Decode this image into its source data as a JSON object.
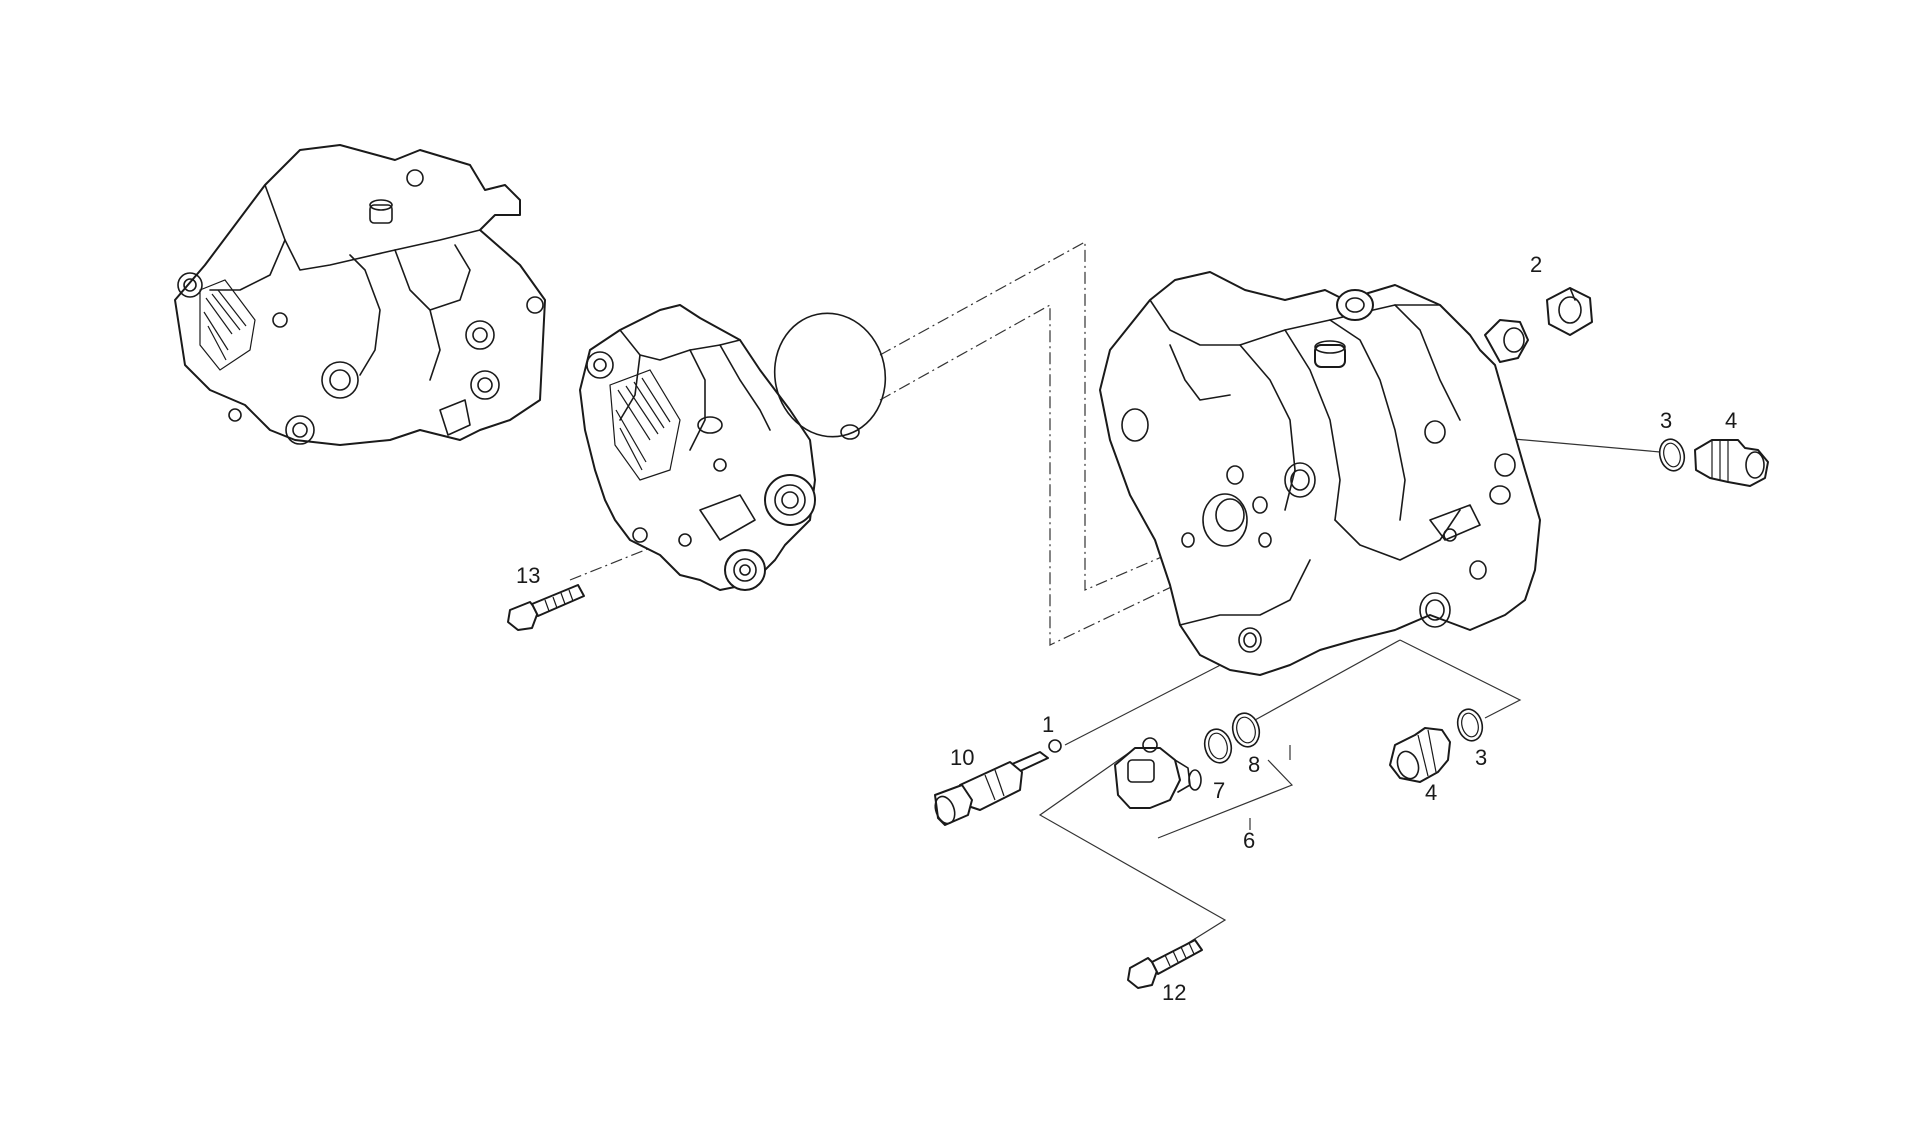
{
  "callouts": {
    "c1": "1",
    "c2": "2",
    "c3a": "3",
    "c3b": "3",
    "c4a": "4",
    "c4b": "4",
    "c6": "6",
    "c7": "7",
    "c8": "8",
    "c10": "10",
    "c12": "12",
    "c13": "13"
  },
  "colors": {
    "line": "#1a1a1a",
    "background": "#ffffff"
  }
}
